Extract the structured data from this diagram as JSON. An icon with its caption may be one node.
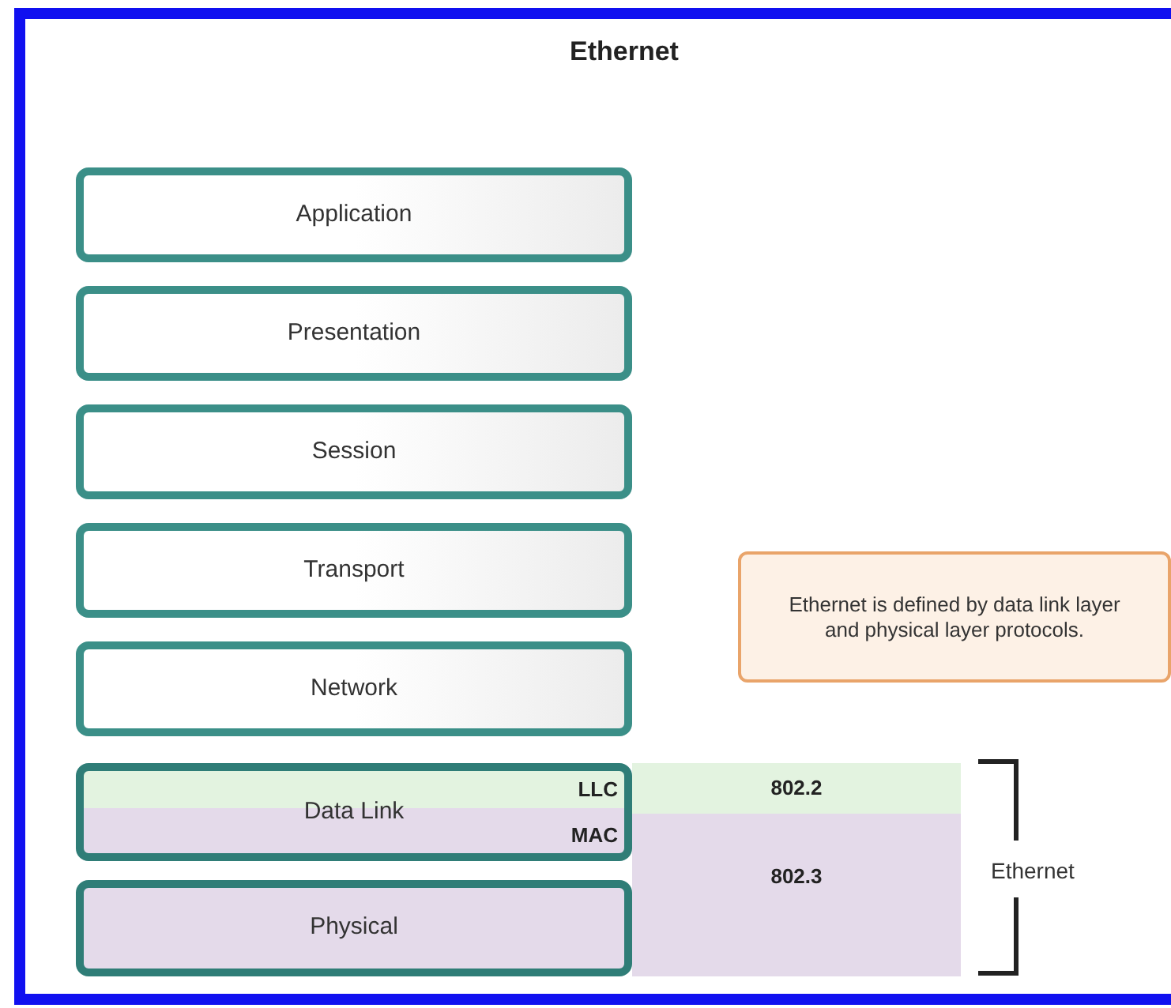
{
  "diagram": {
    "title": "Ethernet",
    "nodes": [
      {
        "text": [
          "Application"
        ]
      },
      {
        "text": [
          "Presentation"
        ]
      },
      {
        "text": [
          "Session"
        ]
      },
      {
        "text": [
          "Transport"
        ]
      },
      {
        "text": [
          "Network"
        ]
      },
      {
        "text": [
          "Data Link",
          "LLC",
          "MAC"
        ]
      },
      {
        "text": [
          "Physical"
        ]
      },
      {
        "text": [
          "802.2"
        ]
      },
      {
        "text": [
          "802.3"
        ]
      },
      {
        "text": [
          "Ethernet is defined by data link layer and physical layer protocols."
        ]
      }
    ],
    "labels": [
      "Ethernet"
    ]
  }
}
